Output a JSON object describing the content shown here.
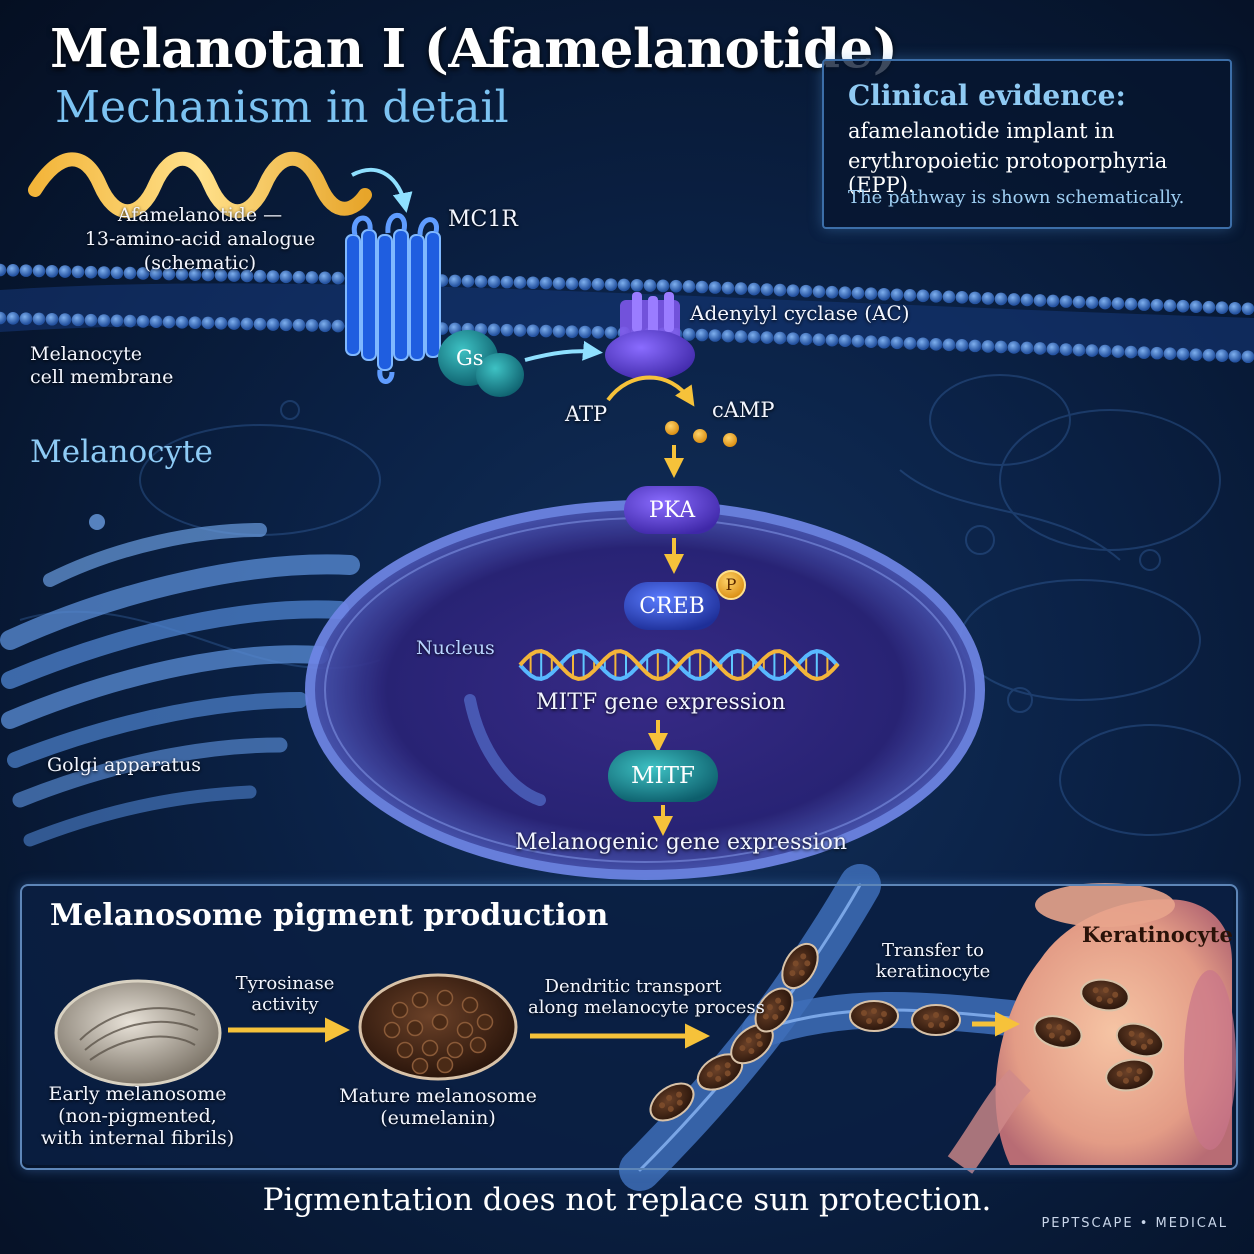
{
  "title": "Melanotan I (Afamelanotide)",
  "subtitle": "Mechanism in detail",
  "evidence": {
    "heading": "Clinical evidence:",
    "line1": "afamelanotide implant in",
    "line2": "erythropoietic protoporphyria (EPP).",
    "note": "The pathway is shown schematically."
  },
  "labels": {
    "peptide_line1": "Afamelanotide —",
    "peptide_line2": "13-amino-acid analogue",
    "peptide_line3": "(schematic)",
    "receptor": "MC1R",
    "membrane_line1": "Melanocyte",
    "membrane_line2": "cell membrane",
    "cell": "Melanocyte",
    "g_protein": "Gs",
    "adenylyl_cyclase": "Adenylyl cyclase (AC)",
    "atp": "ATP",
    "camp": "cAMP",
    "pka": "PKA",
    "creb": "CREB",
    "phospho": "P",
    "nucleus": "Nucleus",
    "golgi": "Golgi apparatus",
    "mitf_gene": "MITF gene expression",
    "mitf": "MITF",
    "melanogenic": "Melanogenic gene expression"
  },
  "panel": {
    "title": "Melanosome pigment production",
    "keratinocyte": "Keratinocyte",
    "early_line1": "Early melanosome",
    "early_line2": "(non-pigmented,",
    "early_line3": "with internal fibrils)",
    "tyrosinase_line1": "Tyrosinase",
    "tyrosinase_line2": "activity",
    "mature_line1": "Mature melanosome",
    "mature_line2": "(eumelanin)",
    "dendritic_line1": "Dendritic transport",
    "dendritic_line2": "along melanocyte process",
    "transfer_line1": "Transfer to",
    "transfer_line2": "keratinocyte"
  },
  "footer": "Pigmentation does not replace sun protection.",
  "brand": "PEPTSCAPE • MEDICAL",
  "colors": {
    "background": "#0b2247",
    "accent_blue": "#7cc3f2",
    "arrow_gold": "#f6c23a",
    "nucleus_purple": "#4b35a8",
    "protein_violet": "#5b3fd6",
    "mitf_teal": "#1b8b93"
  }
}
